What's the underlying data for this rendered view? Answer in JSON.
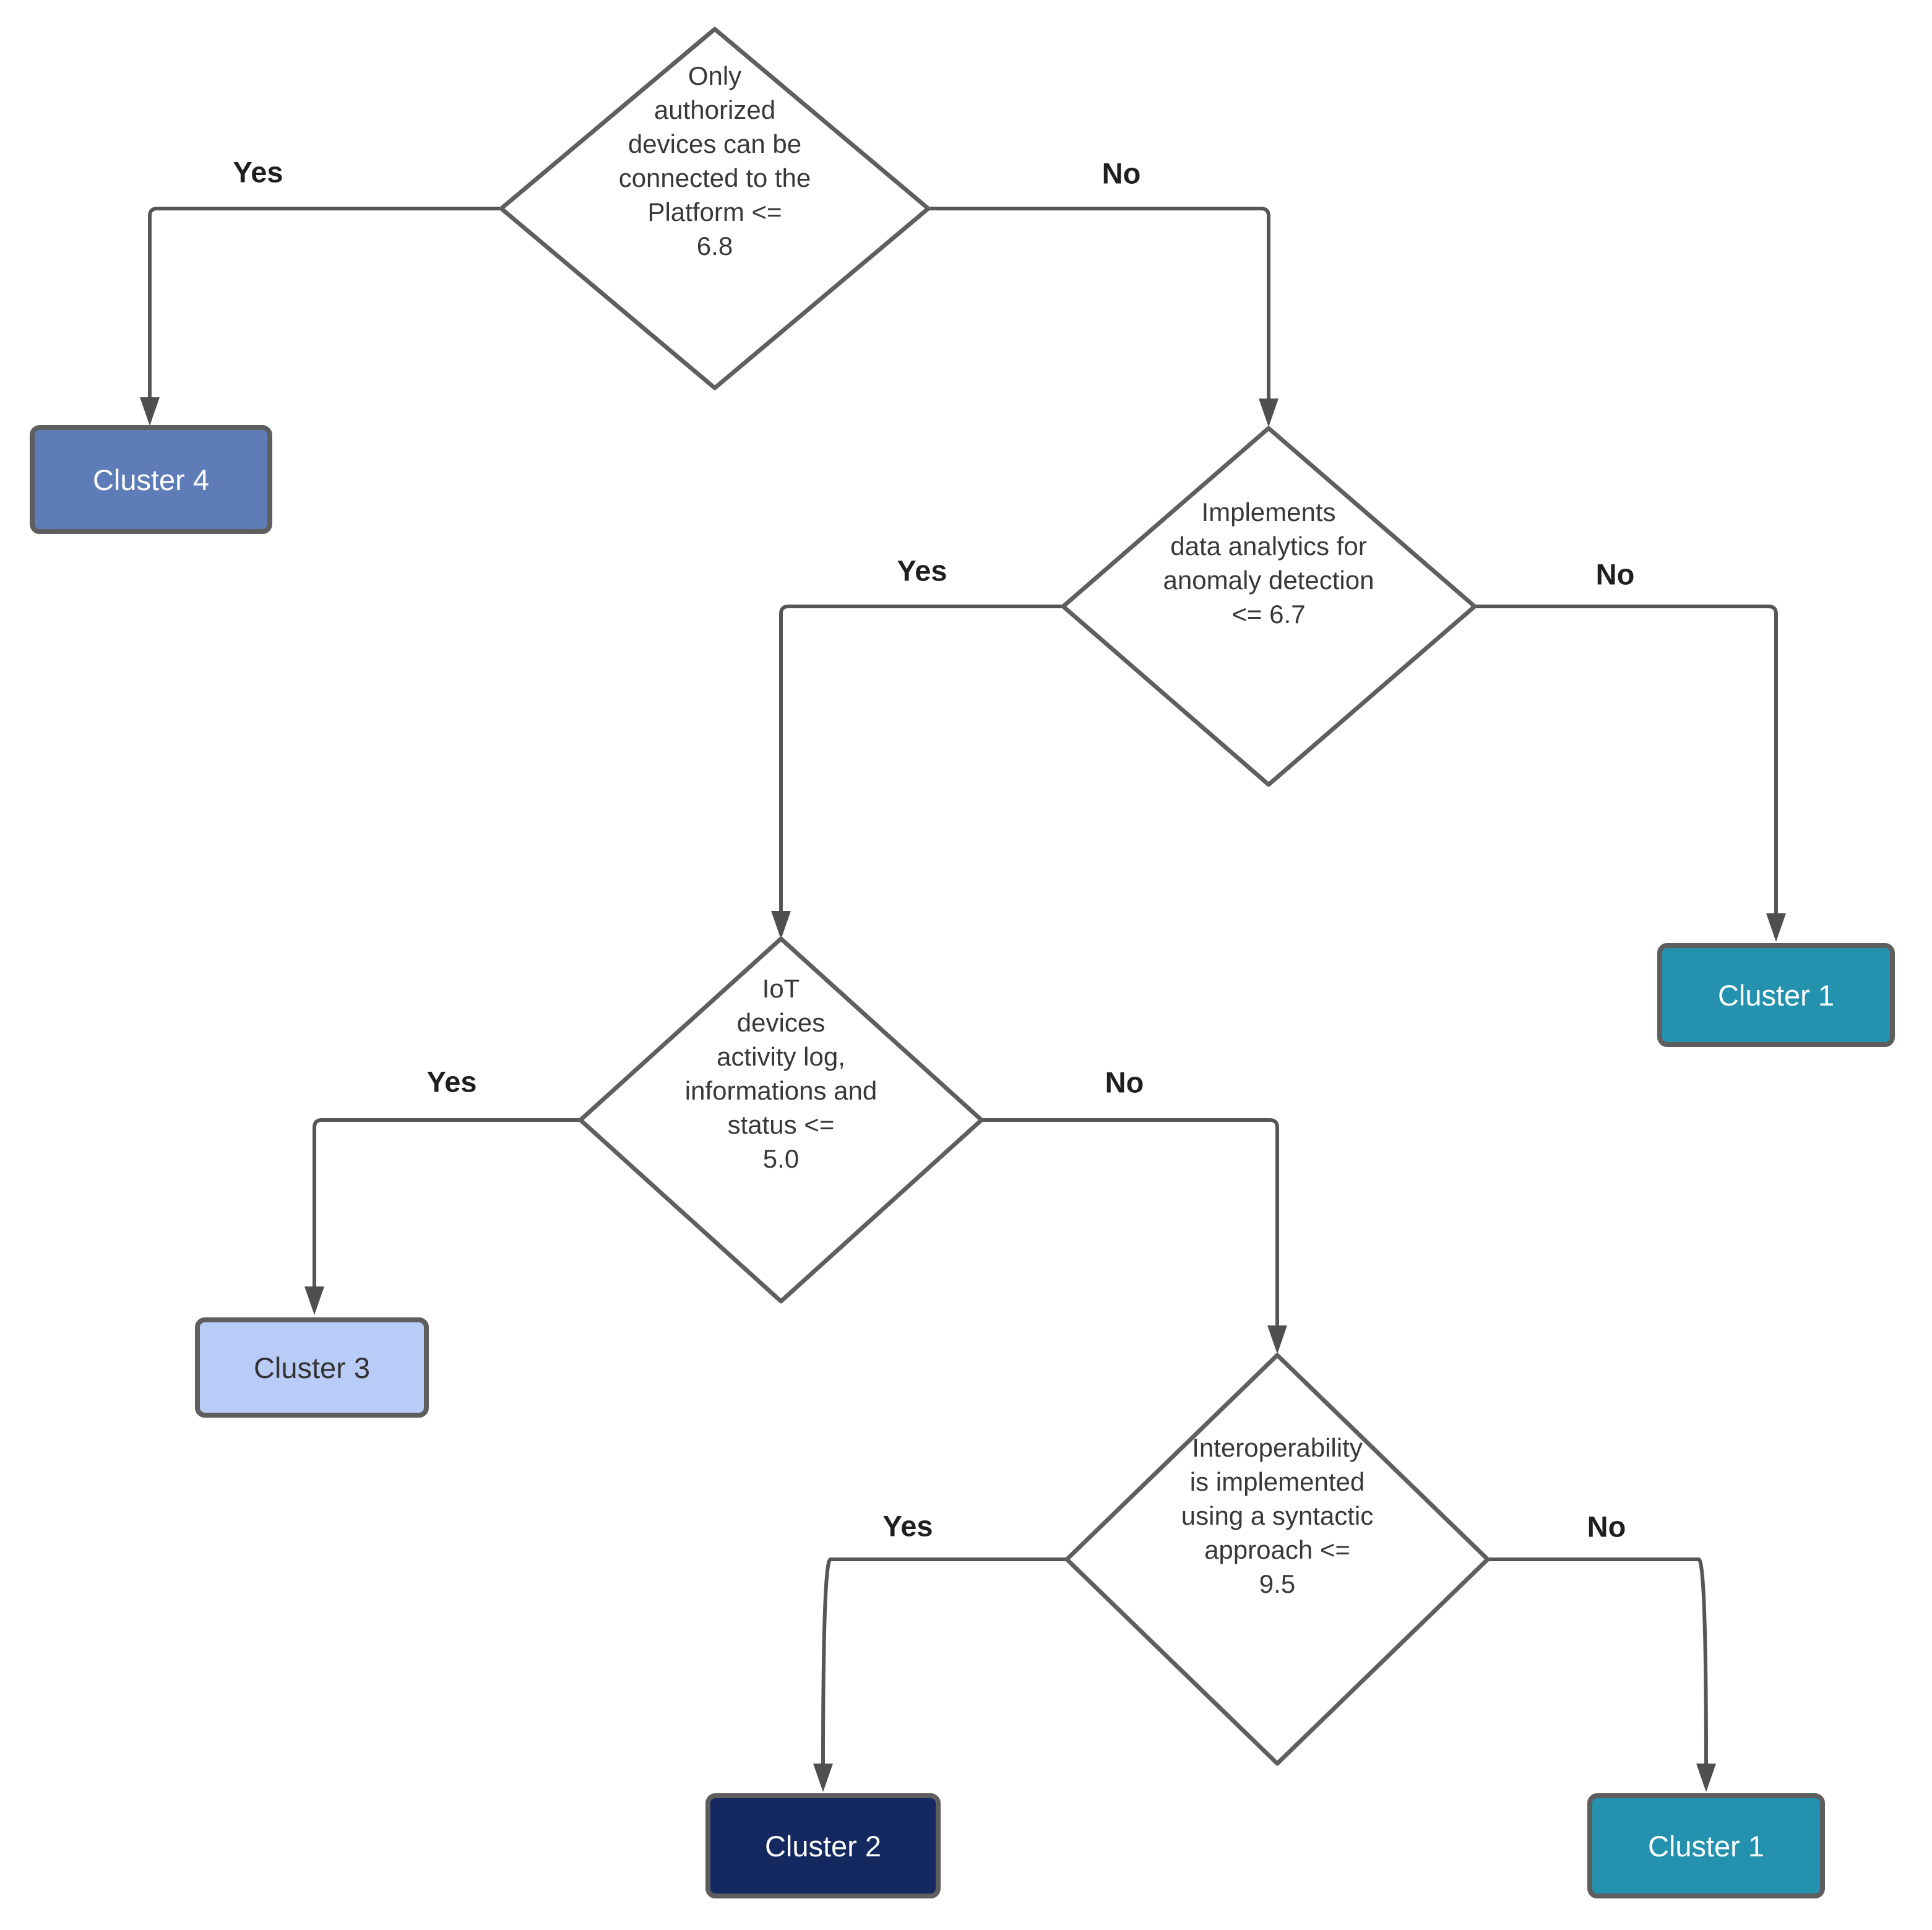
{
  "diagram": {
    "kind": "decision-tree-flowchart",
    "background_color": "#ffffff",
    "connector_color": "#565656",
    "shape_border_color": "#5f5f5f",
    "diamond_fill": "#ffffff",
    "diamond_text_color": "#383838"
  },
  "nodes": {
    "d1": {
      "kind": "decision",
      "label": "Only\nauthorized\ndevices can be\nconnected to the\nPlatform <=\n6.8"
    },
    "d2": {
      "kind": "decision",
      "label": "Implements\ndata analytics for\nanomaly detection\n<= 6.7"
    },
    "d3": {
      "kind": "decision",
      "label": "IoT\ndevices\nactivity log,\ninformations and\nstatus <=\n5.0"
    },
    "d4": {
      "kind": "decision",
      "label": "Interoperability\nis implemented\nusing a syntactic\napproach <=\n9.5"
    }
  },
  "edges": {
    "d1_yes": {
      "label": "Yes",
      "from": "d1",
      "to": "cluster4"
    },
    "d1_no": {
      "label": "No",
      "from": "d1",
      "to": "d2"
    },
    "d2_yes": {
      "label": "Yes",
      "from": "d2",
      "to": "d3"
    },
    "d2_no": {
      "label": "No",
      "from": "d2",
      "to": "cluster1_upper"
    },
    "d3_yes": {
      "label": "Yes",
      "from": "d3",
      "to": "cluster3"
    },
    "d3_no": {
      "label": "No",
      "from": "d3",
      "to": "d4"
    },
    "d4_yes": {
      "label": "Yes",
      "from": "d4",
      "to": "cluster2"
    },
    "d4_no": {
      "label": "No",
      "from": "d4",
      "to": "cluster1_lower"
    }
  },
  "clusters": {
    "c4": {
      "label": "Cluster 4",
      "fill": "#5e7cb7",
      "text_color": "#ffffff"
    },
    "c1a": {
      "label": "Cluster 1",
      "fill": "#2492af",
      "text_color": "#ffffff"
    },
    "c3": {
      "label": "Cluster 3",
      "fill": "#b9ccf8",
      "text_color": "#333333"
    },
    "c2": {
      "label": "Cluster 2",
      "fill": "#14295f",
      "text_color": "#ffffff"
    },
    "c1b": {
      "label": "Cluster 1",
      "fill": "#2492af",
      "text_color": "#ffffff"
    }
  }
}
